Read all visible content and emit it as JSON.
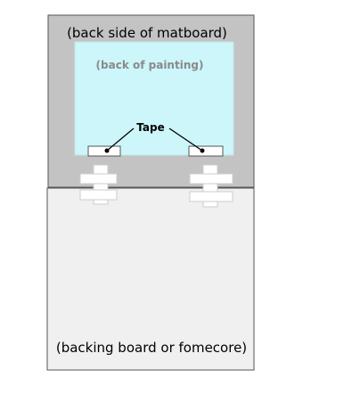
{
  "labels": {
    "matboard": "(back side of matboard)",
    "painting": "(back of painting)",
    "tape": "Tape",
    "backing": "(backing board or fomecore)"
  },
  "colors": {
    "matboard": "#c3c3c3",
    "painting": "#ccf6fa",
    "backing": "#f0f0f0",
    "tape": "#ffffff",
    "outline": "#555555"
  }
}
